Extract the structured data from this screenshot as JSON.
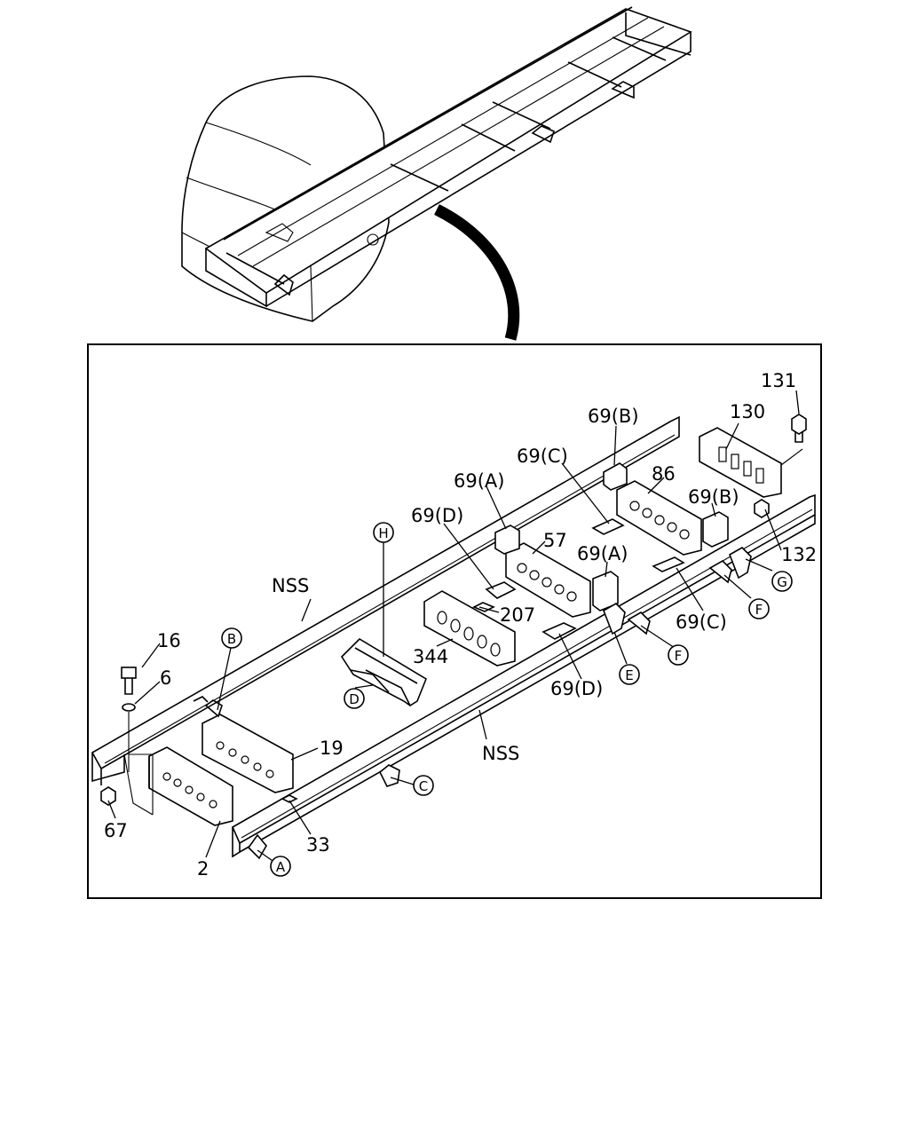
{
  "labels": {
    "p131": "131",
    "p130": "130",
    "p69b_top": "69(B)",
    "p69c_top": "69(C)",
    "p69a_top": "69(A)",
    "p86": "86",
    "p69b_right": "69(B)",
    "p69d_top": "69(D)",
    "p57": "57",
    "p69a_mid": "69(A)",
    "p132": "132",
    "nss_top": "NSS",
    "p207": "207",
    "p344": "344",
    "p69c_right": "69(C)",
    "p16": "16",
    "p6": "6",
    "p69d_bottom": "69(D)",
    "p19": "19",
    "nss_bottom": "NSS",
    "p67": "67",
    "p33": "33",
    "p2": "2"
  },
  "callouts": {
    "A": "A",
    "B": "B",
    "C": "C",
    "D": "D",
    "E": "E",
    "F1": "F",
    "F2": "F",
    "G": "G",
    "H": "H"
  }
}
